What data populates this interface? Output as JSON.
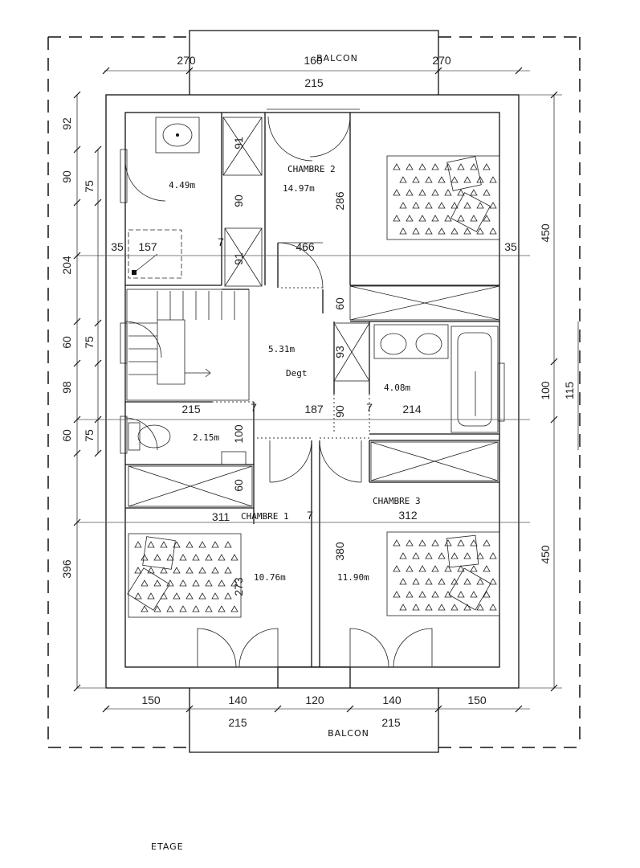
{
  "caption": "ETAGE",
  "balconies": {
    "top": "BALCON",
    "bottom": "BALCON"
  },
  "rooms": [
    {
      "name": "CHAMBRE 2",
      "area": "14.97m"
    },
    {
      "name": "CHAMBRE 3",
      "area": "11.90m"
    },
    {
      "name": "CHAMBRE 1",
      "area": "10.76m"
    },
    {
      "name": "Degt",
      "area": "5.31m"
    },
    {
      "name": "",
      "area": "4.49m"
    },
    {
      "name": "",
      "area": "4.08m"
    },
    {
      "name": "",
      "area": "2.15m"
    }
  ],
  "dimensions": {
    "top": [
      "270",
      "160",
      "270",
      "215"
    ],
    "bottom": [
      "150",
      "140",
      "120",
      "140",
      "150",
      "215",
      "215"
    ],
    "left_outer": [
      "92",
      "90",
      "204",
      "60",
      "98",
      "60",
      "396"
    ],
    "left_inner": [
      "75",
      "75",
      "75"
    ],
    "right": [
      "450",
      "100",
      "115",
      "450"
    ],
    "interior": [
      "35",
      "157",
      "466",
      "35",
      "91",
      "90",
      "91",
      "286",
      "60",
      "93",
      "187",
      "214",
      "90",
      "215",
      "100",
      "60",
      "311",
      "312",
      "380",
      "273",
      "7",
      "7",
      "7",
      "7"
    ]
  }
}
